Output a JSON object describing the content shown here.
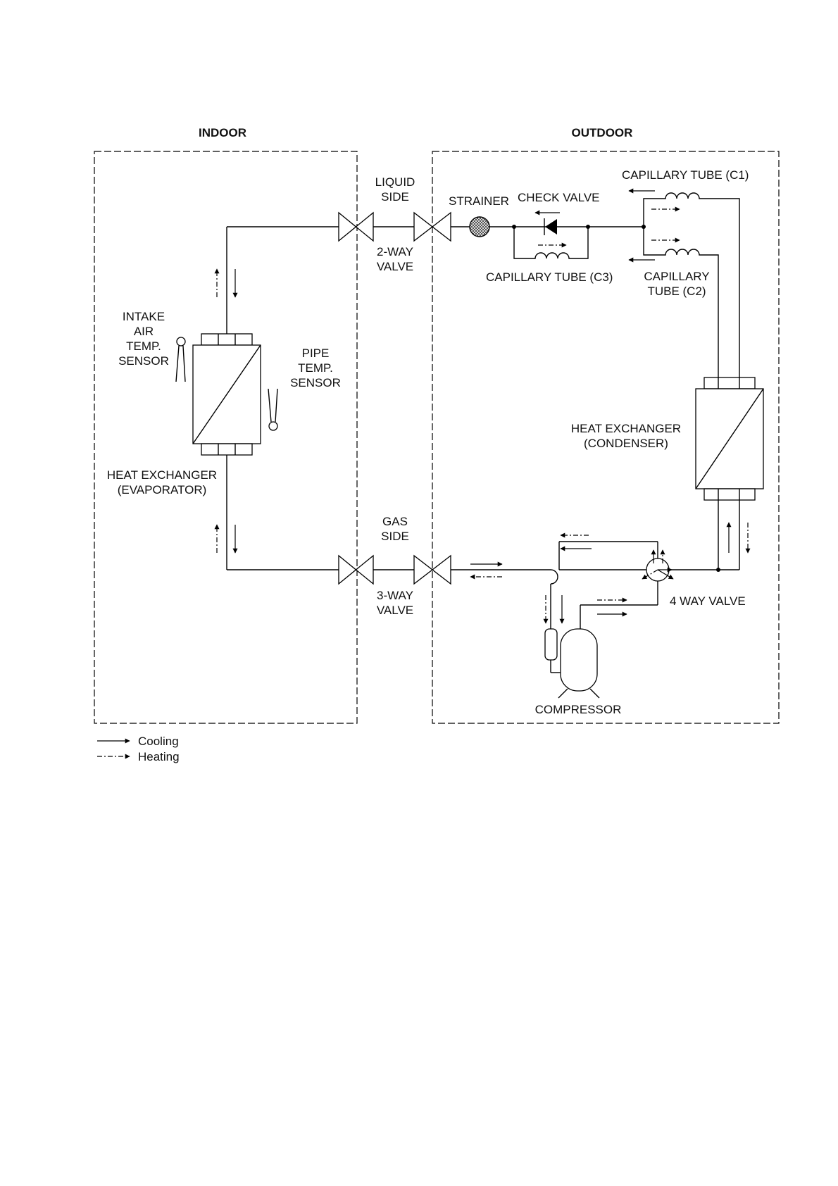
{
  "headers": {
    "indoor": "INDOOR",
    "outdoor": "OUTDOOR"
  },
  "labels": {
    "liquid_side": [
      "LIQUID",
      "SIDE"
    ],
    "two_way_valve": [
      "2-WAY",
      "VALVE"
    ],
    "gas_side": [
      "GAS",
      "SIDE"
    ],
    "three_way_valve": [
      "3-WAY",
      "VALVE"
    ],
    "strainer": "STRAINER",
    "check_valve": "CHECK VALVE",
    "capillary_c1": "CAPILLARY TUBE (C1)",
    "capillary_c2": [
      "CAPILLARY",
      "TUBE (C2)"
    ],
    "capillary_c3": "CAPILLARY TUBE (C3)",
    "intake_sensor": [
      "INTAKE",
      "AIR",
      "TEMP.",
      "SENSOR"
    ],
    "pipe_sensor": [
      "PIPE",
      "TEMP.",
      "SENSOR"
    ],
    "evaporator": [
      "HEAT EXCHANGER",
      "(EVAPORATOR)"
    ],
    "condenser": [
      "HEAT EXCHANGER",
      "(CONDENSER)"
    ],
    "four_way_valve": "4 WAY VALVE",
    "compressor": "COMPRESSOR"
  },
  "legend": {
    "cooling": "Cooling",
    "heating": "Heating"
  }
}
